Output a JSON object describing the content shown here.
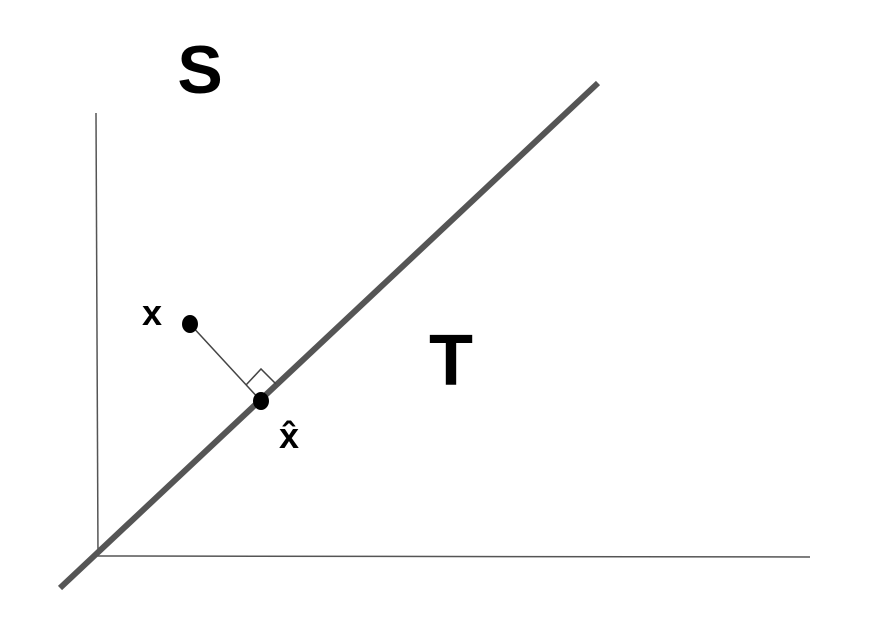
{
  "labels": {
    "region_s": "S",
    "region_t": "T",
    "point_x": "x",
    "point_x_hat": "x̂"
  },
  "colors": {
    "boundary_line": "#555555",
    "axes": "#555555",
    "points": "#000000",
    "text": "#000000"
  }
}
